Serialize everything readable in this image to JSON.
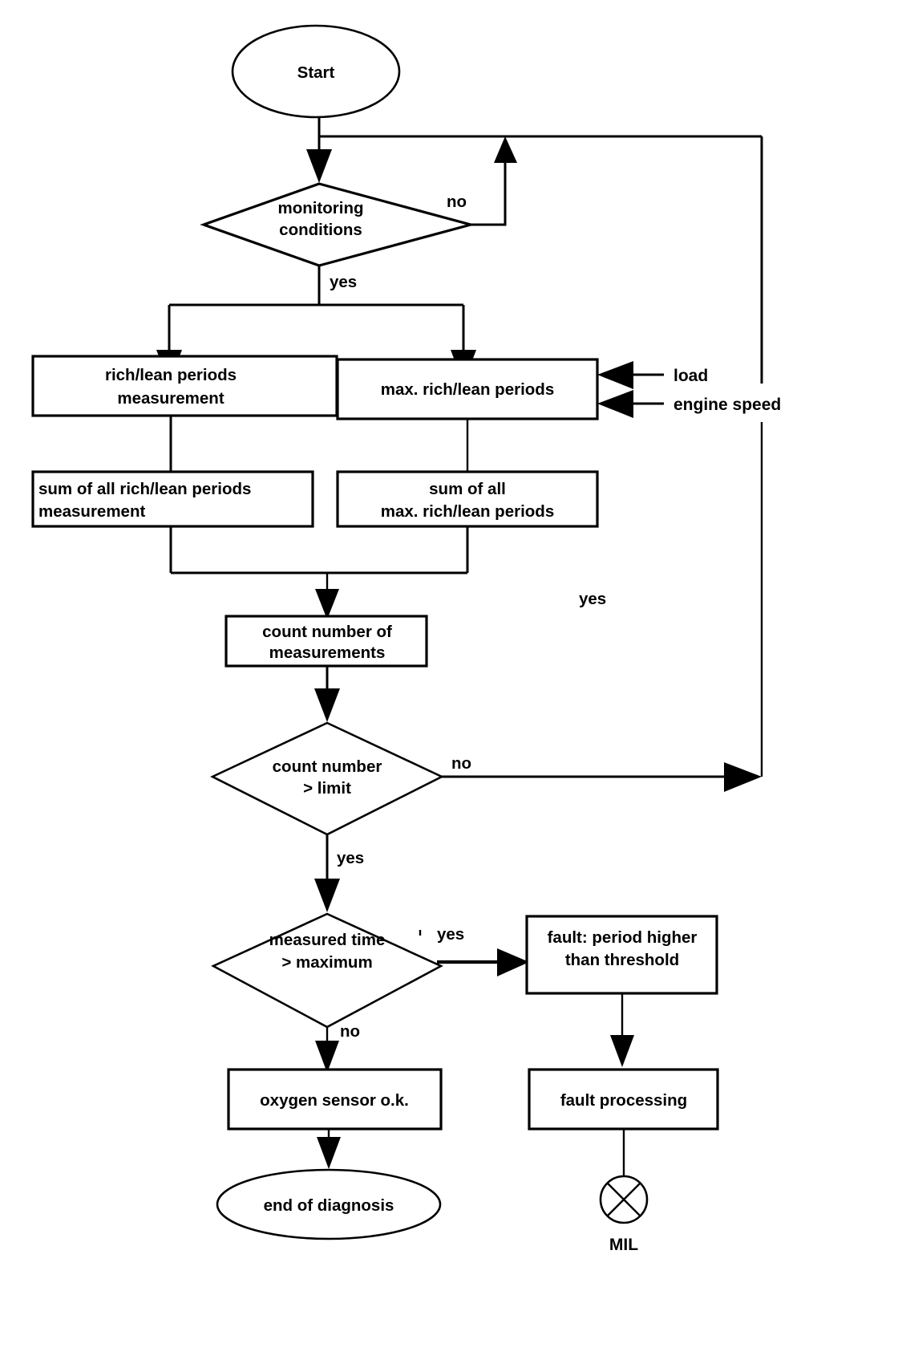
{
  "diagram": {
    "type": "flowchart",
    "title": "Oxygen sensor rich/lean period diagnosis flowchart",
    "nodes": {
      "start": {
        "shape": "terminator",
        "label": "Start"
      },
      "monitoring_conditions": {
        "shape": "decision",
        "line1": "monitoring",
        "line2": "conditions"
      },
      "rich_lean_periods_measurement": {
        "shape": "process",
        "line1": "rich/lean periods",
        "line2": "measurement"
      },
      "max_rich_lean_periods": {
        "shape": "process",
        "line1": "max. rich/lean periods",
        "line2": ""
      },
      "sum_all_rich_lean_measurement": {
        "shape": "process",
        "line1": "sum of all rich/lean periods",
        "line2": "measurement"
      },
      "sum_all_max_rich_lean": {
        "shape": "process",
        "line1": "sum of all",
        "line2": "max. rich/lean periods"
      },
      "count_number_of_measurements": {
        "shape": "process",
        "line1": "count number of",
        "line2": "measurements"
      },
      "count_number_limit": {
        "shape": "decision",
        "line1": "count number",
        "line2": "> limit"
      },
      "measured_time_maximum": {
        "shape": "decision",
        "line1": "measured time",
        "line2": "> maximum"
      },
      "fault_period_higher": {
        "shape": "process",
        "line1": "fault: period higher",
        "line2": "than threshold"
      },
      "oxygen_sensor_ok": {
        "shape": "process",
        "line1": "oxygen sensor o.k.",
        "line2": ""
      },
      "fault_processing": {
        "shape": "process",
        "line1": "fault processing",
        "line2": ""
      },
      "end_of_diagnosis": {
        "shape": "terminator",
        "label": "end of diagnosis"
      },
      "mil": {
        "shape": "lamp",
        "label": "MIL"
      }
    },
    "edge_labels": {
      "monitoring_no": "no",
      "monitoring_yes": "yes",
      "count_no": "no",
      "count_yes": "yes",
      "loop_yes": "yes",
      "measured_yes": "yes",
      "measured_no": "no"
    },
    "inputs": {
      "load": "load",
      "engine_speed": "engine speed"
    },
    "colors": {
      "stroke": "#000000",
      "fill": "#ffffff",
      "background": "#ffffff"
    }
  }
}
